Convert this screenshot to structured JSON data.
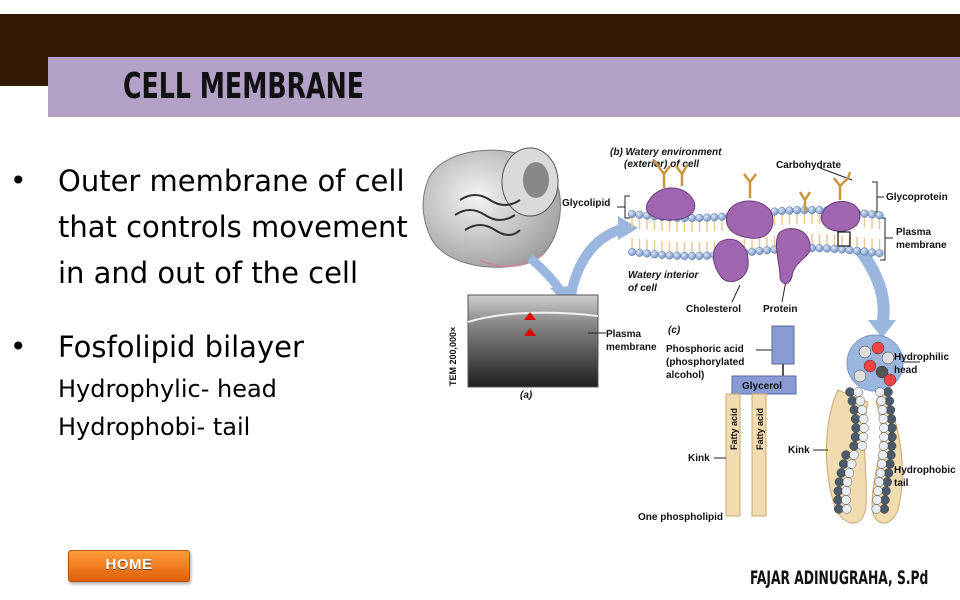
{
  "slide": {
    "title": "CELL MEMBRANE",
    "bullets": [
      {
        "text": "Outer membrane of cell that controls movement in and out of the cell",
        "subs": []
      },
      {
        "text": "Fosfolipid bilayer",
        "subs": [
          "Hydrophylic- head",
          "Hydrophobi- tail"
        ]
      }
    ],
    "home_label": "HOME",
    "author": "FAJAR ADINUGRAHA, S.Pd"
  },
  "figure": {
    "b_label_1": "(b) Watery environment",
    "b_label_2": "(exterior) of cell",
    "carbohydrate": "Carbohydrate",
    "glycolipid": "Glycolipid",
    "glycoprotein": "Glycoprotein",
    "plasma_membrane_1": "Plasma",
    "plasma_membrane_2": "membrane",
    "interior_1": "Watery interior",
    "interior_2": "of cell",
    "cholesterol": "Cholesterol",
    "protein": "Protein",
    "tem": "TEM 200,000×",
    "a_label": "(a)",
    "a_plasma_1": "Plasma",
    "a_plasma_2": "membrane",
    "c_label": "(c)",
    "phosphoric_1": "Phosphoric acid",
    "phosphoric_2": "(phosphorylated",
    "phosphoric_3": "alcohol)",
    "glycerol": "Glycerol",
    "fatty_acid": "Fatty acid",
    "kink": "Kink",
    "one_phospholipid": "One phospholipid",
    "hydrophilic_1": "Hydrophilic",
    "hydrophilic_2": "head",
    "hydrophobic_1": "Hydrophobic",
    "hydrophobic_2": "tail"
  }
}
